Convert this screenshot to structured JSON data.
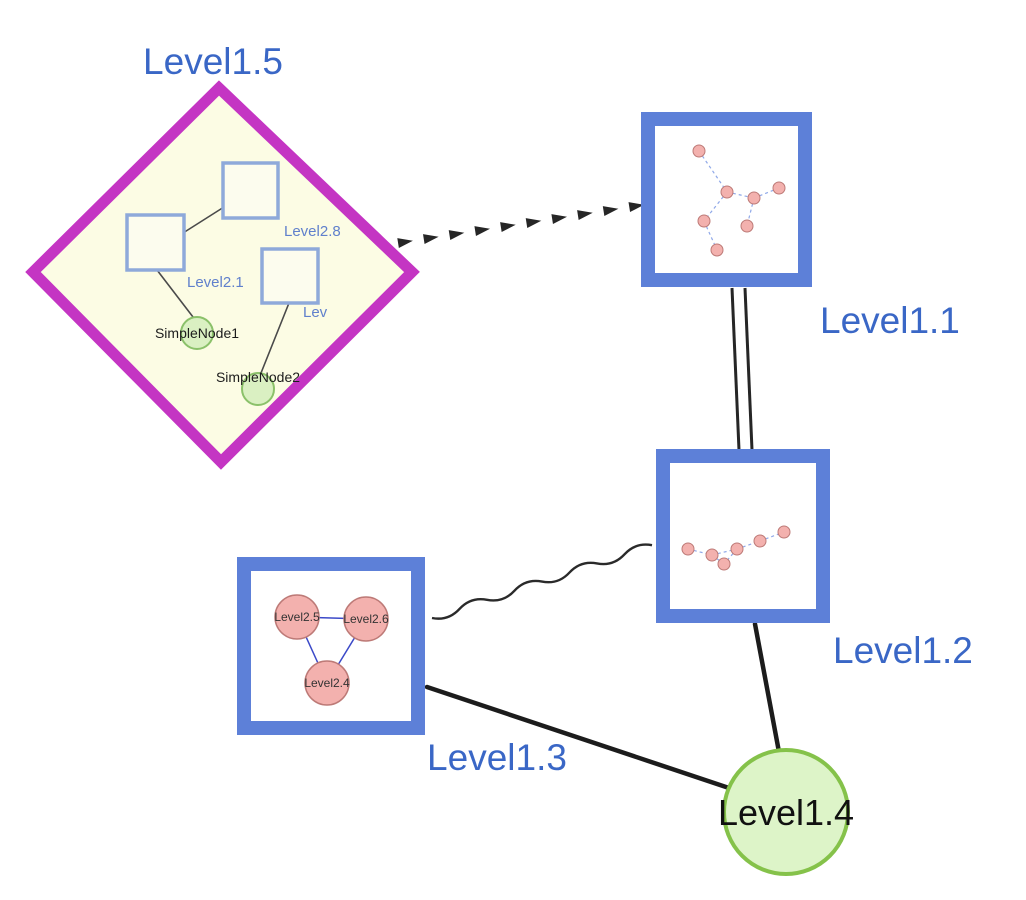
{
  "labels": {
    "level1_5": "Level1.5",
    "level1_1": "Level1.1",
    "level1_2": "Level1.2",
    "level1_3": "Level1.3",
    "level1_4": "Level1.4",
    "level2_8": "Level2.8",
    "level2_1": "Level2.1",
    "level2_x_truncated": "Lev",
    "simple_node1": "SimpleNode1",
    "simple_node2": "SimpleNode2",
    "level2_5": "Level2.5",
    "level2_6": "Level2.6",
    "level2_4": "Level2.4"
  },
  "edges": [
    {
      "from": "Level1.5",
      "to": "Level1.1",
      "style": "dashed-arrowheads"
    },
    {
      "from": "Level1.1",
      "to": "Level1.2",
      "style": "double-line"
    },
    {
      "from": "Level1.3",
      "to": "Level1.2",
      "style": "wavy"
    },
    {
      "from": "Level1.3",
      "to": "Level1.4",
      "style": "solid"
    },
    {
      "from": "Level1.2",
      "to": "Level1.4",
      "style": "solid"
    }
  ],
  "level1_5_inner_edges": [
    {
      "from": "Level2.1",
      "to": "Level2.8"
    },
    {
      "from": "Level2.1",
      "to": "SimpleNode1"
    },
    {
      "from": "Lev",
      "to": "SimpleNode2"
    }
  ],
  "level1_3_inner_edges": [
    {
      "from": "Level2.5",
      "to": "Level2.6"
    },
    {
      "from": "Level2.5",
      "to": "Level2.4"
    },
    {
      "from": "Level2.6",
      "to": "Level2.4"
    }
  ],
  "colors": {
    "label_blue": "#3a67c6",
    "node_border_blue": "#5d80d8",
    "inner_square_border": "#8ea9da",
    "diamond_magenta": "#c435c3",
    "diamond_fill": "#fcfce4",
    "green_fill": "#daf0c2",
    "green_stroke": "#8bc16a",
    "level1_4_fill": "#ddf4c8",
    "level1_4_stroke": "#85c24a",
    "pink_fill": "#f3b1ae",
    "pink_stroke": "#bd7a77",
    "edge_black": "#1f1f1f",
    "mini_edge_blue": "#8fa8e8",
    "triangle_edge_blue": "#3b49c8"
  }
}
